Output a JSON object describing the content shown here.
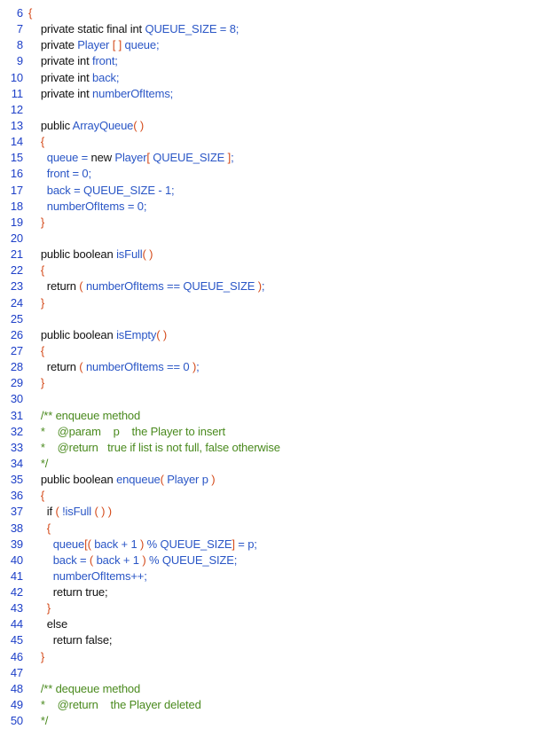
{
  "editor": {
    "lines": [
      {
        "num": "6",
        "tokens": [
          {
            "t": "{",
            "c": "br"
          }
        ]
      },
      {
        "num": "7",
        "tokens": [
          {
            "t": "    private static final int ",
            "c": "kw"
          },
          {
            "t": "QUEUE_SIZE",
            "c": "id"
          },
          {
            "t": " = 8;",
            "c": "id"
          }
        ]
      },
      {
        "num": "8",
        "tokens": [
          {
            "t": "    private ",
            "c": "kw"
          },
          {
            "t": "Player",
            "c": "id"
          },
          {
            "t": " [ ]",
            "c": "br"
          },
          {
            "t": " queue;",
            "c": "id"
          }
        ]
      },
      {
        "num": "9",
        "tokens": [
          {
            "t": "    private int ",
            "c": "kw"
          },
          {
            "t": "front;",
            "c": "id"
          }
        ]
      },
      {
        "num": "10",
        "tokens": [
          {
            "t": "    private int ",
            "c": "kw"
          },
          {
            "t": "back;",
            "c": "id"
          }
        ]
      },
      {
        "num": "11",
        "tokens": [
          {
            "t": "    private int ",
            "c": "kw"
          },
          {
            "t": "numberOfItems;",
            "c": "id"
          }
        ]
      },
      {
        "num": "12",
        "tokens": []
      },
      {
        "num": "13",
        "tokens": [
          {
            "t": "    public ",
            "c": "kw"
          },
          {
            "t": "ArrayQueue",
            "c": "id"
          },
          {
            "t": "( )",
            "c": "br"
          }
        ]
      },
      {
        "num": "14",
        "tokens": [
          {
            "t": "    {",
            "c": "br"
          }
        ]
      },
      {
        "num": "15",
        "tokens": [
          {
            "t": "      queue = ",
            "c": "id"
          },
          {
            "t": "new ",
            "c": "kw"
          },
          {
            "t": "Player",
            "c": "id"
          },
          {
            "t": "[",
            "c": "br"
          },
          {
            "t": " QUEUE_SIZE ",
            "c": "id"
          },
          {
            "t": "]",
            "c": "br"
          },
          {
            "t": ";",
            "c": "id"
          }
        ]
      },
      {
        "num": "16",
        "tokens": [
          {
            "t": "      front = 0;",
            "c": "id"
          }
        ]
      },
      {
        "num": "17",
        "tokens": [
          {
            "t": "      back = QUEUE_SIZE - 1;",
            "c": "id"
          }
        ]
      },
      {
        "num": "18",
        "tokens": [
          {
            "t": "      numberOfItems = 0;",
            "c": "id"
          }
        ]
      },
      {
        "num": "19",
        "tokens": [
          {
            "t": "    }",
            "c": "br"
          }
        ]
      },
      {
        "num": "20",
        "tokens": []
      },
      {
        "num": "21",
        "tokens": [
          {
            "t": "    public boolean ",
            "c": "kw"
          },
          {
            "t": "isFull",
            "c": "id"
          },
          {
            "t": "( )",
            "c": "br"
          }
        ]
      },
      {
        "num": "22",
        "tokens": [
          {
            "t": "    {",
            "c": "br"
          }
        ]
      },
      {
        "num": "23",
        "tokens": [
          {
            "t": "      return ",
            "c": "kw"
          },
          {
            "t": "( ",
            "c": "br"
          },
          {
            "t": "numberOfItems == QUEUE_SIZE ",
            "c": "id"
          },
          {
            "t": ")",
            "c": "br"
          },
          {
            "t": ";",
            "c": "id"
          }
        ]
      },
      {
        "num": "24",
        "tokens": [
          {
            "t": "    }",
            "c": "br"
          }
        ]
      },
      {
        "num": "25",
        "tokens": []
      },
      {
        "num": "26",
        "tokens": [
          {
            "t": "    public boolean ",
            "c": "kw"
          },
          {
            "t": "isEmpty",
            "c": "id"
          },
          {
            "t": "( )",
            "c": "br"
          }
        ]
      },
      {
        "num": "27",
        "tokens": [
          {
            "t": "    {",
            "c": "br"
          }
        ]
      },
      {
        "num": "28",
        "tokens": [
          {
            "t": "      return ",
            "c": "kw"
          },
          {
            "t": "( ",
            "c": "br"
          },
          {
            "t": "numberOfItems == 0 ",
            "c": "id"
          },
          {
            "t": ")",
            "c": "br"
          },
          {
            "t": ";",
            "c": "id"
          }
        ]
      },
      {
        "num": "29",
        "tokens": [
          {
            "t": "    }",
            "c": "br"
          }
        ]
      },
      {
        "num": "30",
        "tokens": []
      },
      {
        "num": "31",
        "tokens": [
          {
            "t": "    /** enqueue method",
            "c": "cm"
          }
        ]
      },
      {
        "num": "32",
        "tokens": [
          {
            "t": "    *    @param    p    the Player to insert",
            "c": "cm"
          }
        ]
      },
      {
        "num": "33",
        "tokens": [
          {
            "t": "    *    @return   true if list is not full, false otherwise",
            "c": "cm"
          }
        ]
      },
      {
        "num": "34",
        "tokens": [
          {
            "t": "    */",
            "c": "cm"
          }
        ]
      },
      {
        "num": "35",
        "tokens": [
          {
            "t": "    public boolean ",
            "c": "kw"
          },
          {
            "t": "enqueue",
            "c": "id"
          },
          {
            "t": "( ",
            "c": "br"
          },
          {
            "t": "Player p ",
            "c": "id"
          },
          {
            "t": ")",
            "c": "br"
          }
        ]
      },
      {
        "num": "36",
        "tokens": [
          {
            "t": "    {",
            "c": "br"
          }
        ]
      },
      {
        "num": "37",
        "tokens": [
          {
            "t": "      if ",
            "c": "kw"
          },
          {
            "t": "( ",
            "c": "br"
          },
          {
            "t": "!isFull ",
            "c": "id"
          },
          {
            "t": "( ) )",
            "c": "br"
          }
        ]
      },
      {
        "num": "38",
        "tokens": [
          {
            "t": "      {",
            "c": "br"
          }
        ]
      },
      {
        "num": "39",
        "tokens": [
          {
            "t": "        queue",
            "c": "id"
          },
          {
            "t": "[( ",
            "c": "br"
          },
          {
            "t": "back + 1 ",
            "c": "id"
          },
          {
            "t": ")",
            "c": "br"
          },
          {
            "t": " % QUEUE_SIZE",
            "c": "id"
          },
          {
            "t": "]",
            "c": "br"
          },
          {
            "t": " = p;",
            "c": "id"
          }
        ]
      },
      {
        "num": "40",
        "tokens": [
          {
            "t": "        back = ",
            "c": "id"
          },
          {
            "t": "( ",
            "c": "br"
          },
          {
            "t": "back + 1 ",
            "c": "id"
          },
          {
            "t": ")",
            "c": "br"
          },
          {
            "t": " % QUEUE_SIZE;",
            "c": "id"
          }
        ]
      },
      {
        "num": "41",
        "tokens": [
          {
            "t": "        numberOfItems++;",
            "c": "id"
          }
        ]
      },
      {
        "num": "42",
        "tokens": [
          {
            "t": "        return true;",
            "c": "kw"
          }
        ]
      },
      {
        "num": "43",
        "tokens": [
          {
            "t": "      }",
            "c": "br"
          }
        ]
      },
      {
        "num": "44",
        "tokens": [
          {
            "t": "      else",
            "c": "kw"
          }
        ]
      },
      {
        "num": "45",
        "tokens": [
          {
            "t": "        return false;",
            "c": "kw"
          }
        ]
      },
      {
        "num": "46",
        "tokens": [
          {
            "t": "    }",
            "c": "br"
          }
        ]
      },
      {
        "num": "47",
        "tokens": []
      },
      {
        "num": "48",
        "tokens": [
          {
            "t": "    /** dequeue method",
            "c": "cm"
          }
        ]
      },
      {
        "num": "49",
        "tokens": [
          {
            "t": "    *    @return    the Player deleted",
            "c": "cm"
          }
        ]
      },
      {
        "num": "50",
        "tokens": [
          {
            "t": "    */",
            "c": "cm"
          }
        ]
      }
    ]
  },
  "colors": {
    "line_number": "#1e40c8",
    "keyword": "#111111",
    "identifier": "#2a56c6",
    "bracket": "#d44a1a",
    "comment": "#4a8a1e",
    "background": "#ffffff"
  }
}
